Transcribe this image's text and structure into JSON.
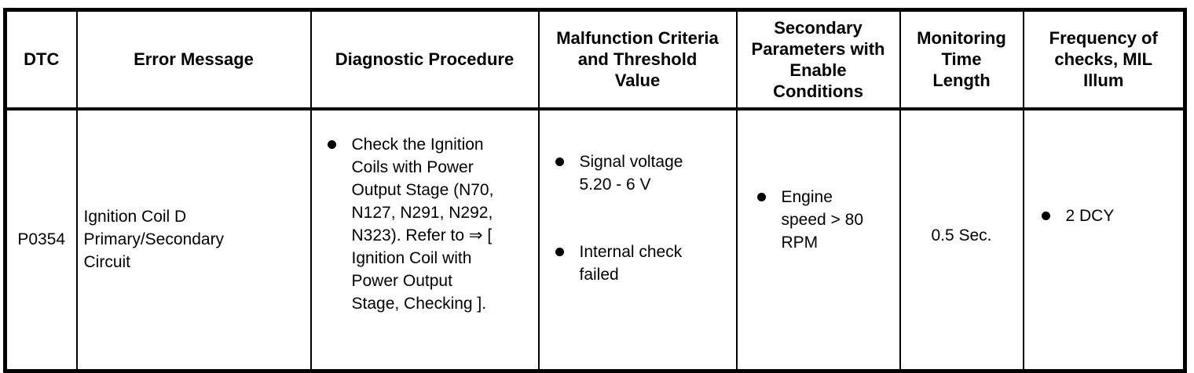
{
  "colors": {
    "ink": "#000000",
    "background": "#ffffff"
  },
  "table": {
    "headers": [
      "DTC",
      "Error Message",
      "Diagnostic Procedure",
      "Malfunction Criteria\nand Threshold\nValue",
      "Secondary\nParameters with\nEnable\nConditions",
      "Monitoring\nTime\nLength",
      "Frequency of\nchecks, MIL\nIllum"
    ],
    "rows": [
      {
        "dtc": "P0354",
        "error_message": "Ignition Coil D\nPrimary/Secondary\nCircuit",
        "diagnostic_procedure": [
          "Check the Ignition\nCoils with Power\nOutput Stage (N70,\nN127, N291, N292,\nN323). Refer to ⇒ [\nIgnition Coil with\nPower Output\nStage, Checking ]."
        ],
        "malfunction_criteria": [
          "Signal voltage\n5.20 - 6 V",
          "Internal check\nfailed"
        ],
        "secondary_parameters": [
          "Engine\nspeed > 80\nRPM"
        ],
        "monitoring_time": "0.5 Sec.",
        "frequency_of_checks": [
          "2 DCY"
        ]
      }
    ]
  }
}
